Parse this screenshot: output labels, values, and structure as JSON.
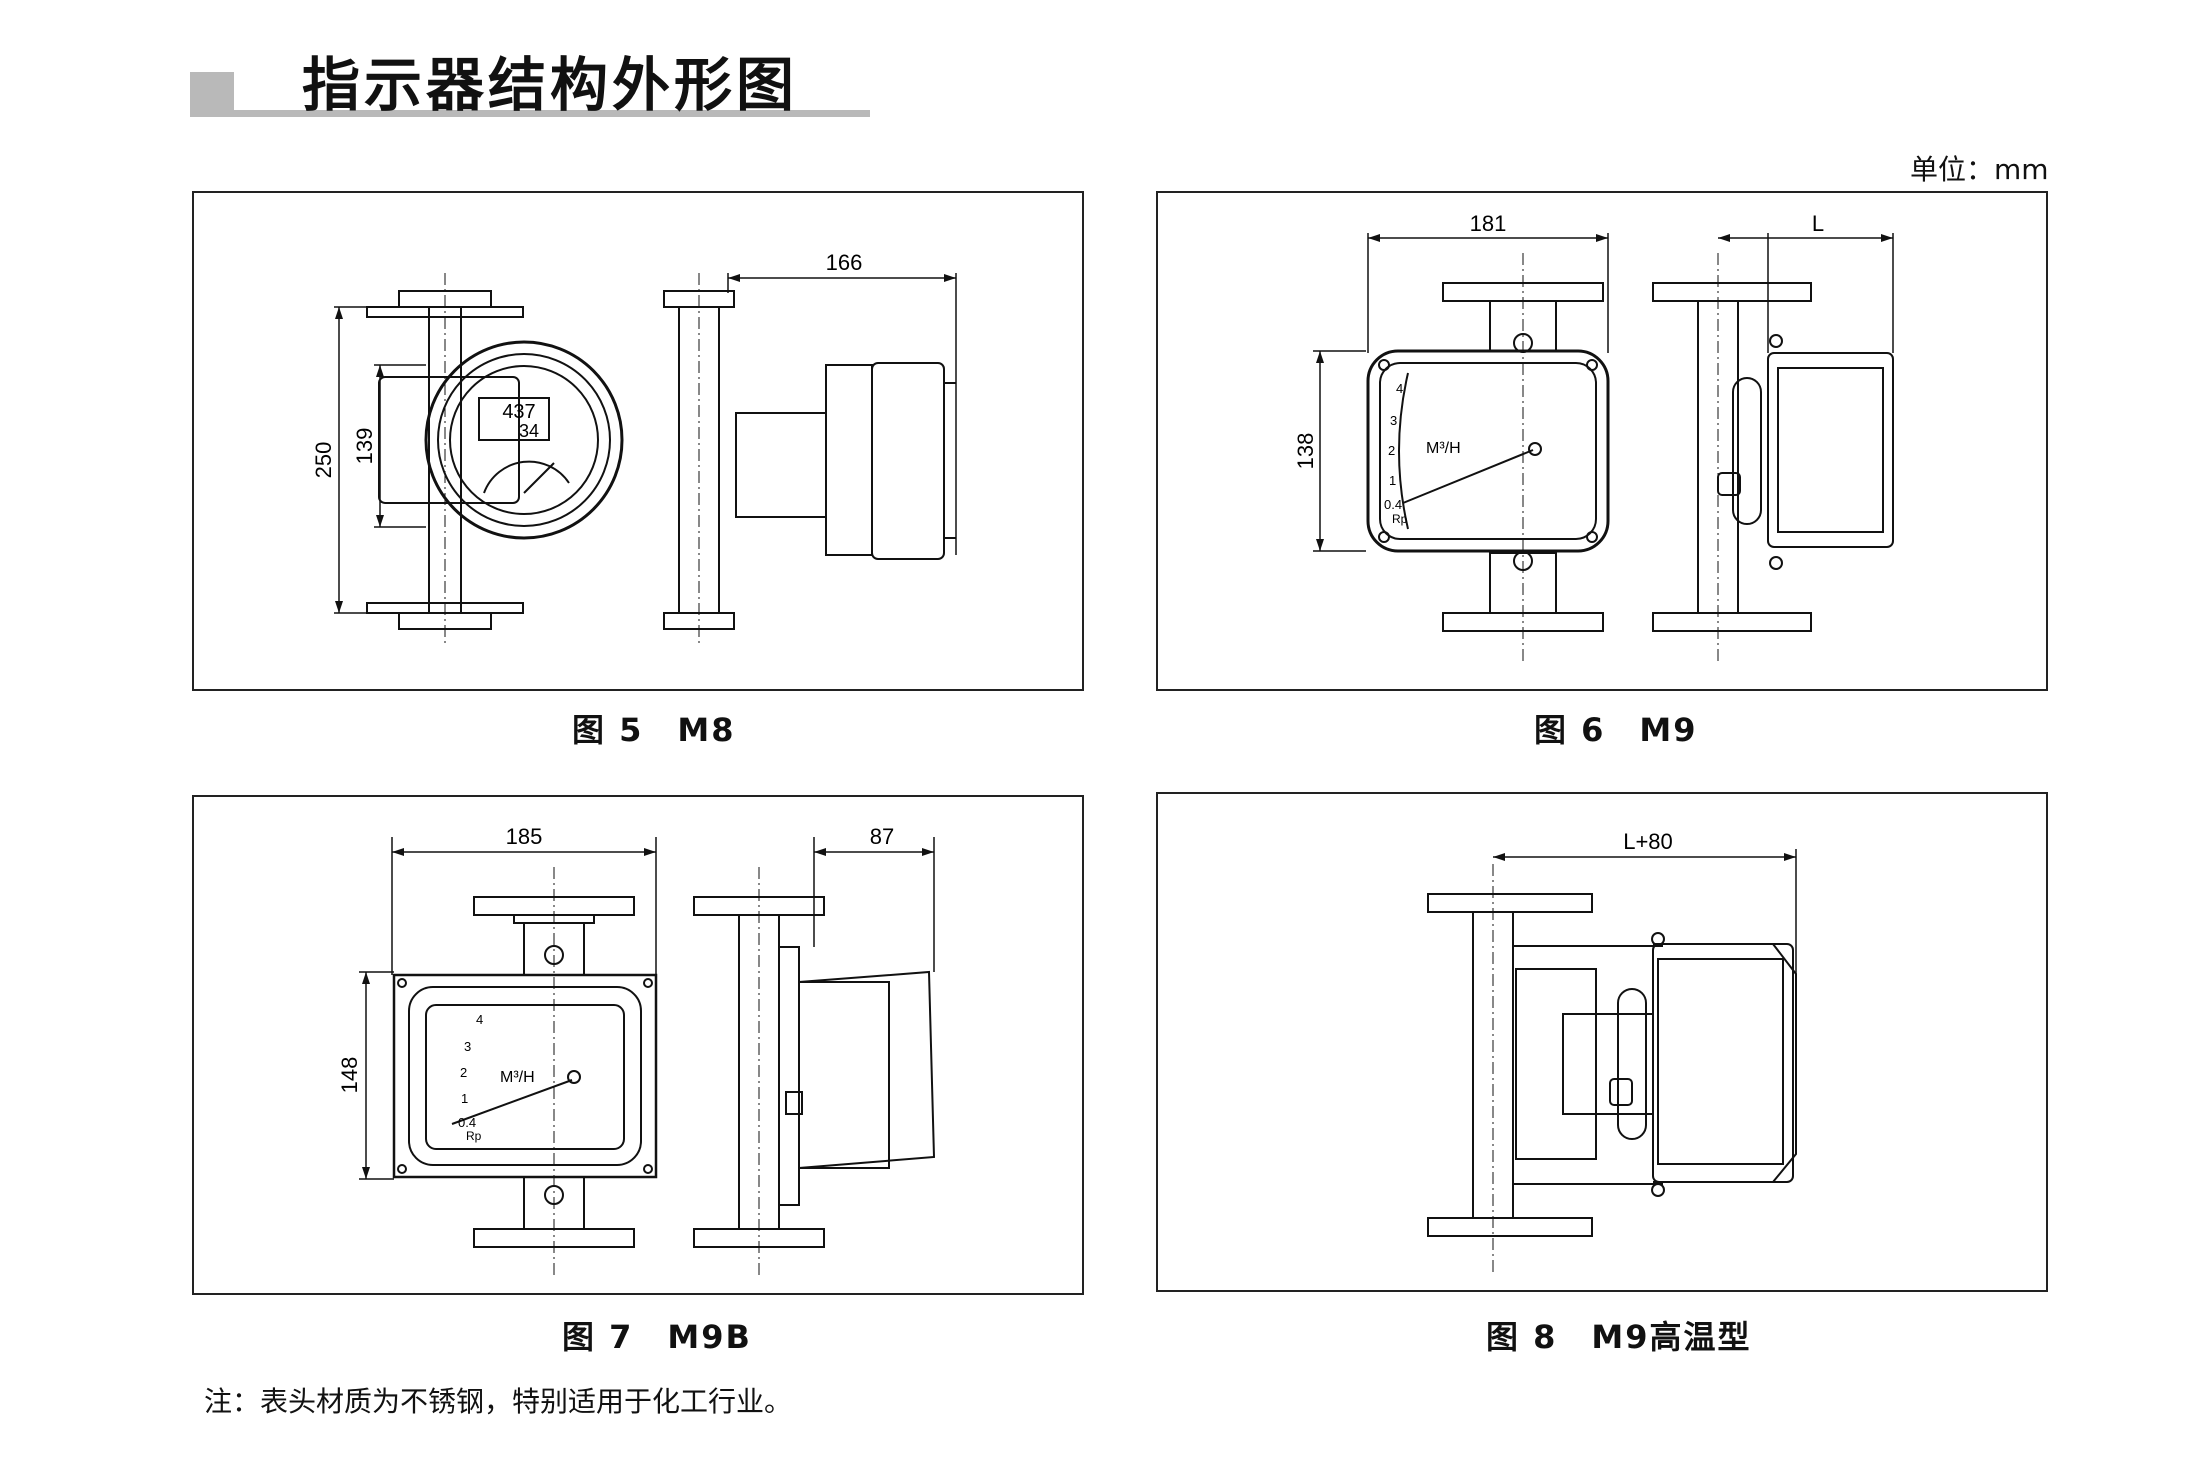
{
  "header": {
    "title": "指示器结构外形图",
    "unit_label": "单位：mm"
  },
  "figures": [
    {
      "number": "图 5",
      "model": "M8",
      "dims": {
        "height": "250",
        "inner": "139",
        "depth": "166"
      },
      "display": {
        "reading1": "437",
        "reading2": "34"
      }
    },
    {
      "number": "图 6",
      "model": "M9",
      "dims": {
        "width": "181",
        "height": "138",
        "depth": "L"
      },
      "scale": {
        "ticks": [
          "4",
          "3",
          "2",
          "1",
          "0.4"
        ],
        "unit": "M³/H",
        "brand": "Rp"
      }
    },
    {
      "number": "图 7",
      "model": "M9B",
      "dims": {
        "width": "185",
        "height": "148",
        "depth": "87"
      },
      "scale": {
        "ticks": [
          "4",
          "3",
          "2",
          "1",
          "0.4"
        ],
        "unit": "M³/H",
        "brand": "Rp"
      }
    },
    {
      "number": "图 8",
      "model": "M9高温型",
      "dims": {
        "depth": "L+80"
      }
    }
  ],
  "footnote": "注：表头材质为不锈钢，特别适用于化工行业。"
}
